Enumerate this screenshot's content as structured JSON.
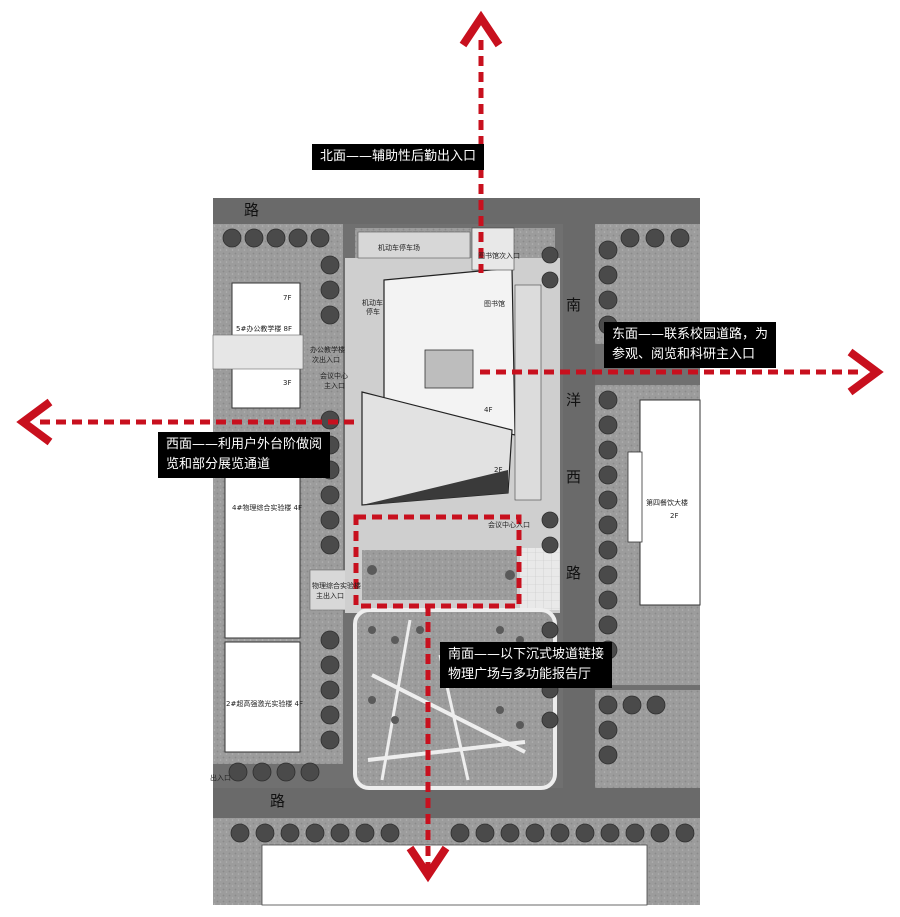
{
  "callouts": {
    "north": "北面——辅助性后勤出入口",
    "east_line1": "东面——联系校园道路，为",
    "east_line2": "参观、阅览和科研主入口",
    "west_line1": "西面——利用户外台阶做阅",
    "west_line2": "览和部分展览通道",
    "south_line1": "南面——以下沉式坡道链接",
    "south_line2": "物理广场与多功能报告厅"
  },
  "roads": {
    "north_road": "路",
    "south_road": "路",
    "east_road_1": "南",
    "east_road_2": "洋",
    "east_road_3": "西",
    "east_road_4": "路"
  },
  "plan_labels": {
    "library": "图书馆",
    "library_secondary_entrance": "图书馆次入口",
    "motor_parking": "机动车停车场",
    "bike_parking_1": "机动车",
    "bike_parking_2": "停车",
    "office_building": "5#办公教学楼 8F",
    "office_main_entrance": "办公教学楼",
    "office_secondary_entrance": "次出入口",
    "conference_center_entrance": "会议中心",
    "conference_center_entrance2": "主入口",
    "physics_building": "4#物理综合实验楼 4F",
    "physics_entrance_1": "物理综合实验楼",
    "physics_entrance_2": "主出入口",
    "laser_building": "2#超高强激光实验楼 4F",
    "canteen": "第四餐饮大楼",
    "canteen_floors": "2F",
    "floor_4f": "4F",
    "floor_2f": "2F",
    "floor_7f": "7F",
    "floor_3f": "3F",
    "entrance": "出入口",
    "conference_south": "会议中心入口"
  },
  "colors": {
    "arrow_red": "#c8101e",
    "callout_bg": "#000000",
    "road_gray": "#6f6f6f",
    "grass_gray": "#a9a9a9",
    "tree_dark": "#4a4a4a"
  }
}
